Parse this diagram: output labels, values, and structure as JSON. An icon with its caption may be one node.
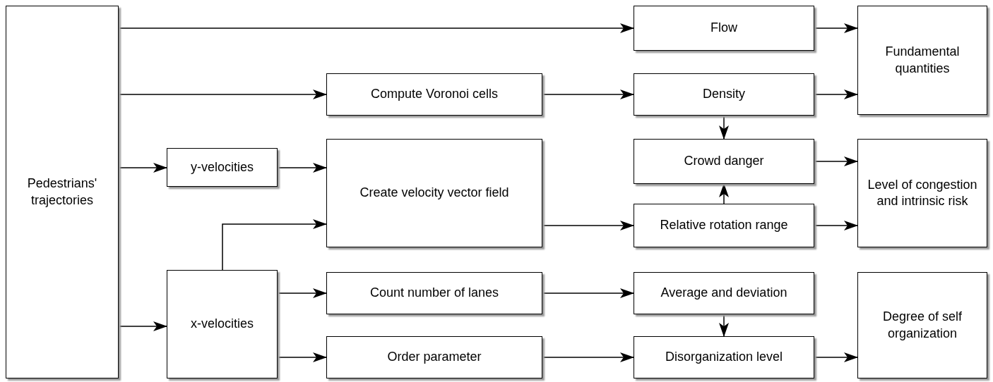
{
  "diagram": {
    "nodes": [
      {
        "text": [
          "Pedestrians' trajectories"
        ]
      },
      {
        "text": [
          "Flow"
        ]
      },
      {
        "text": [
          "Fundamental quantities"
        ]
      },
      {
        "text": [
          "Compute Voronoi cells"
        ]
      },
      {
        "text": [
          "Density"
        ]
      },
      {
        "text": [
          "y-velocities"
        ]
      },
      {
        "text": [
          "Create velocity vector field"
        ]
      },
      {
        "text": [
          "Crowd danger"
        ]
      },
      {
        "text": [
          "Level of congestion and intrinsic risk"
        ]
      },
      {
        "text": [
          "Relative rotation range"
        ]
      },
      {
        "text": [
          "x-velocities"
        ]
      },
      {
        "text": [
          "Count number of lanes"
        ]
      },
      {
        "text": [
          "Average and deviation"
        ]
      },
      {
        "text": [
          "Degree of self organization"
        ]
      },
      {
        "text": [
          "Order parameter"
        ]
      },
      {
        "text": [
          "Disorganization level"
        ]
      }
    ],
    "edges": [
      {
        "from": 0,
        "to": 1,
        "arrow": "to"
      },
      {
        "from": 1,
        "to": 2,
        "arrow": "to"
      },
      {
        "from": 0,
        "to": 3,
        "arrow": "to"
      },
      {
        "from": 3,
        "to": 4,
        "arrow": "to"
      },
      {
        "from": 4,
        "to": 2,
        "arrow": "to"
      },
      {
        "from": 4,
        "to": 7,
        "arrow": "to"
      },
      {
        "from": 0,
        "to": 5,
        "arrow": "to"
      },
      {
        "from": 5,
        "to": 6,
        "arrow": "to"
      },
      {
        "from": 10,
        "to": 6,
        "arrow": "to"
      },
      {
        "from": 6,
        "to": 9,
        "arrow": "to"
      },
      {
        "from": 9,
        "to": 7,
        "arrow": "to"
      },
      {
        "from": 7,
        "to": 8,
        "arrow": "to"
      },
      {
        "from": 9,
        "to": 8,
        "arrow": "to"
      },
      {
        "from": 0,
        "to": 10,
        "arrow": "to"
      },
      {
        "from": 10,
        "to": 11,
        "arrow": "to"
      },
      {
        "from": 11,
        "to": 12,
        "arrow": "to"
      },
      {
        "from": 12,
        "to": 15,
        "arrow": "to"
      },
      {
        "from": 10,
        "to": 14,
        "arrow": "to"
      },
      {
        "from": 14,
        "to": 15,
        "arrow": "to"
      },
      {
        "from": 15,
        "to": 13,
        "arrow": "to"
      }
    ]
  }
}
